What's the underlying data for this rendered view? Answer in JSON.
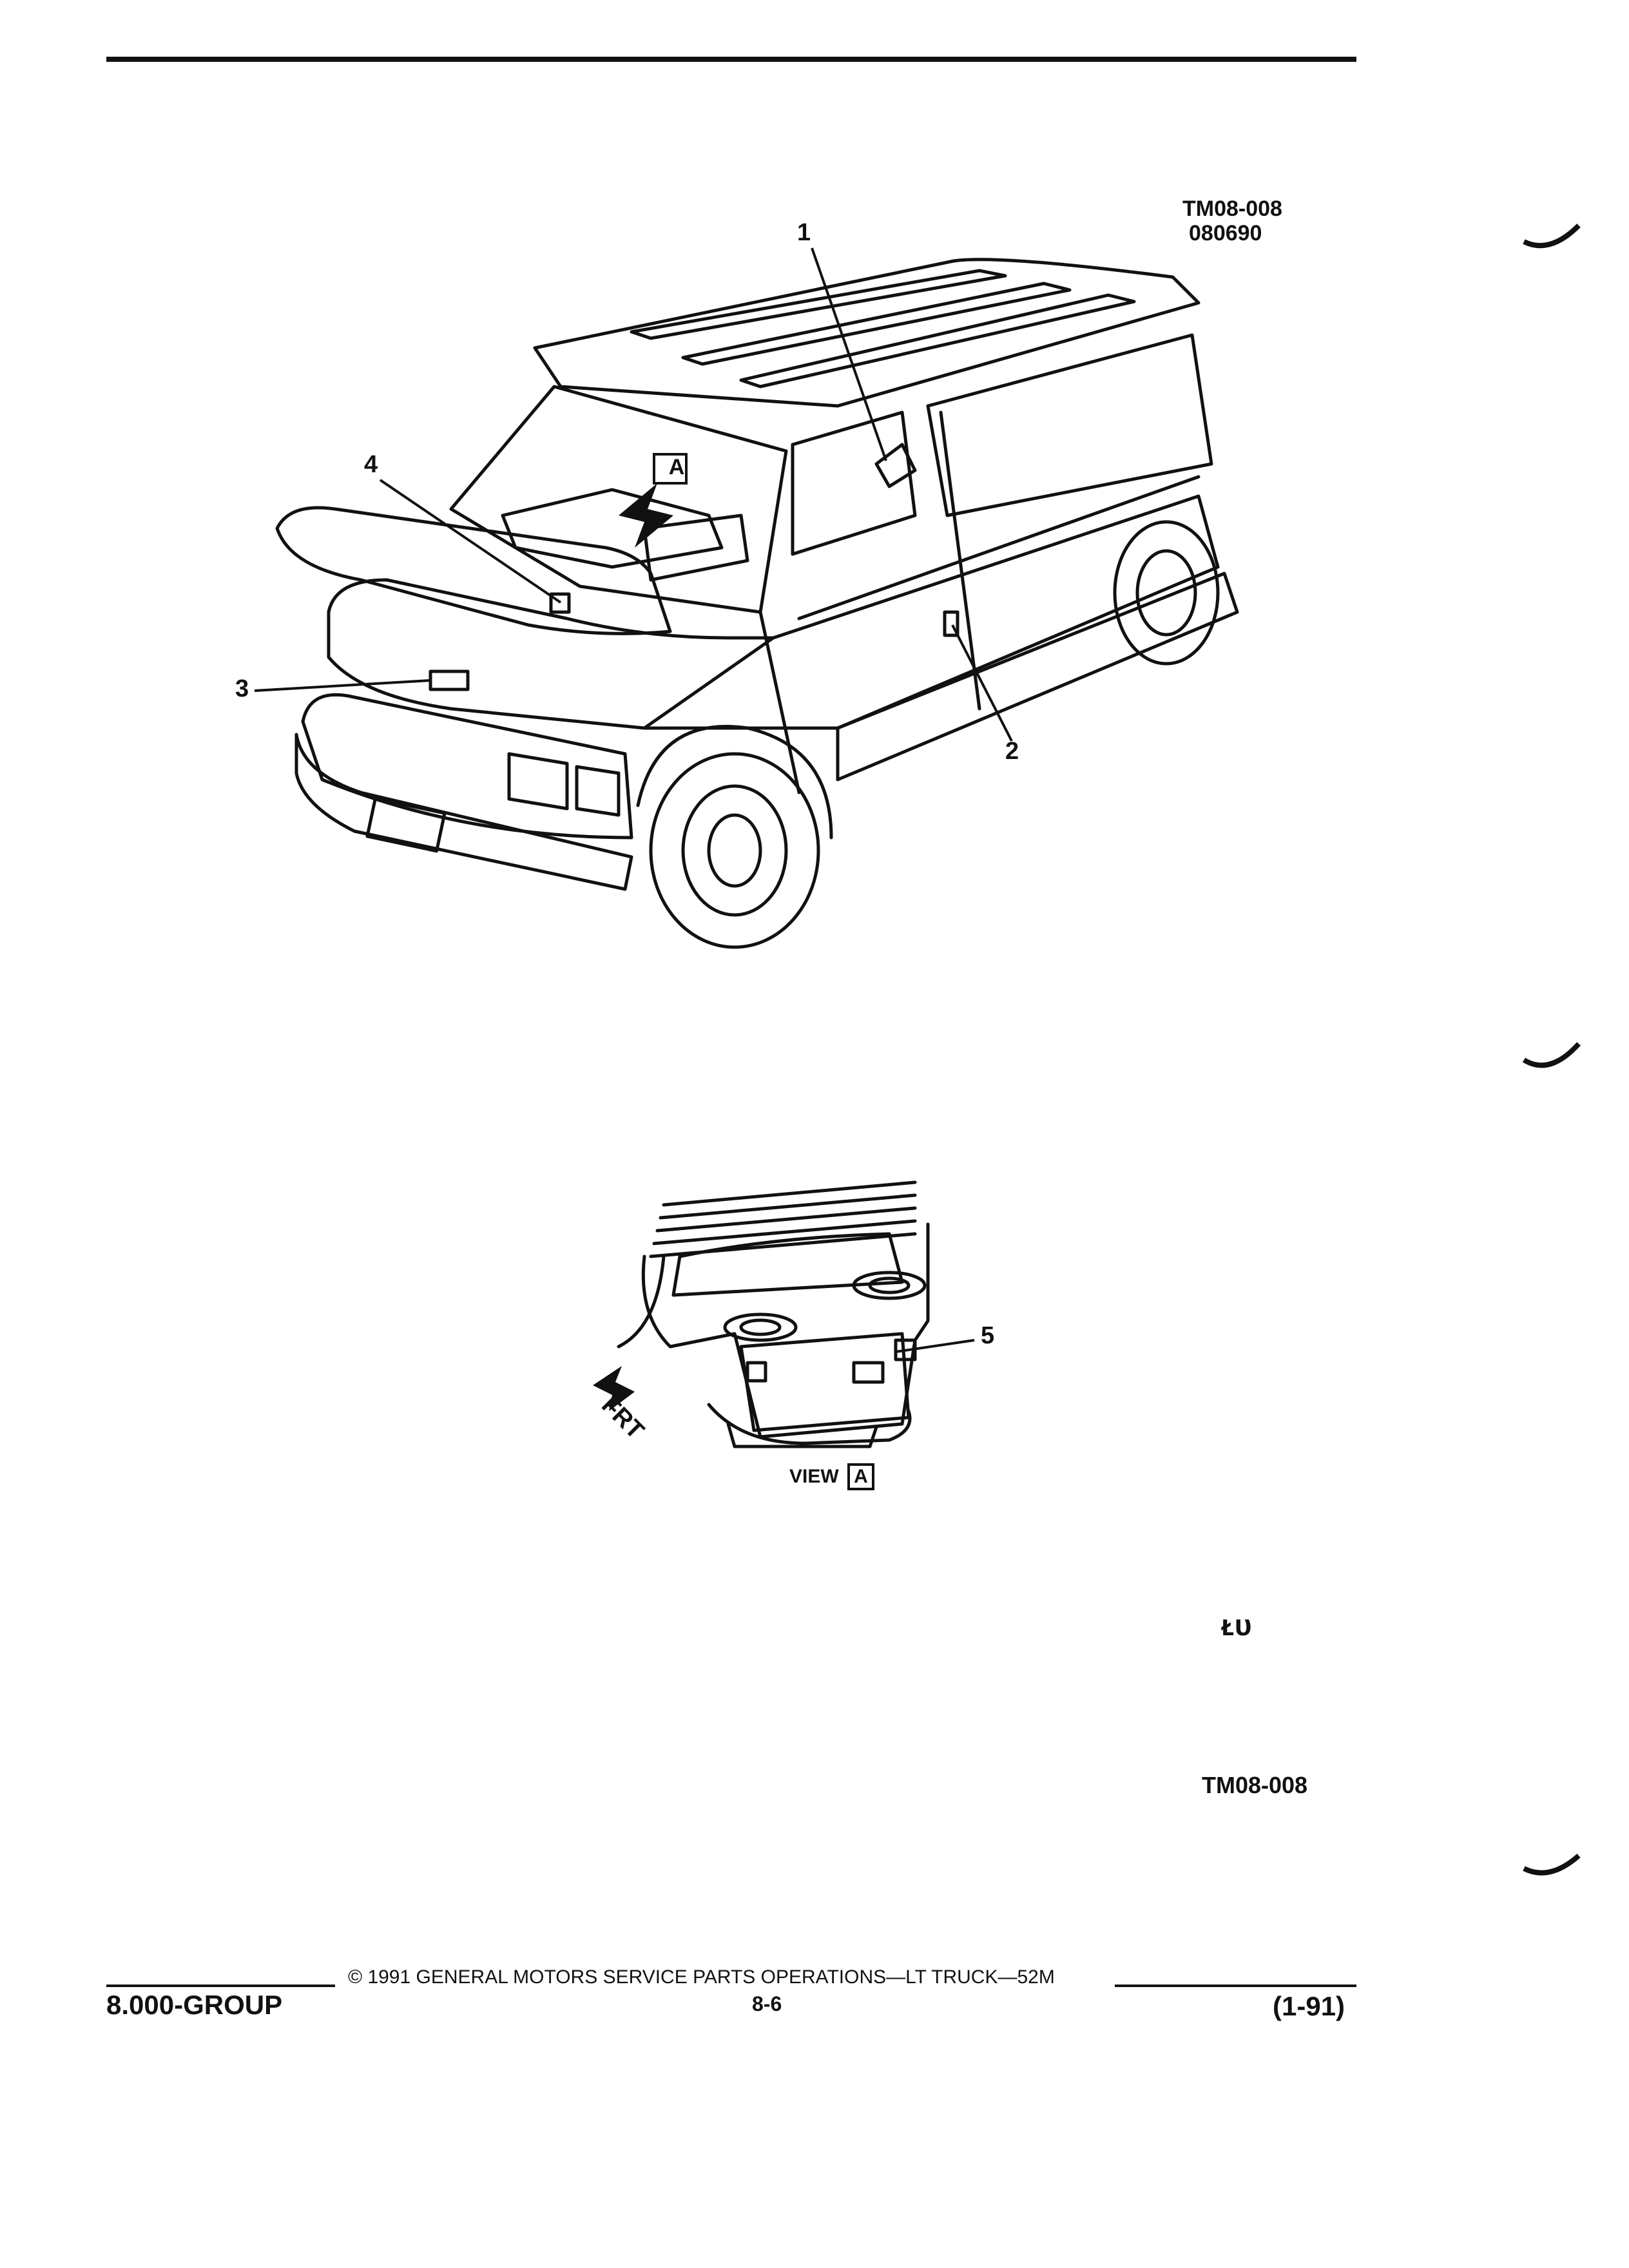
{
  "header": {
    "figure_id": "TM08-008",
    "figure_date": "080690"
  },
  "figure": {
    "callouts": [
      "1",
      "2",
      "3",
      "4",
      "5"
    ],
    "view_marker": "A",
    "detail_caption_word": "VIEW",
    "detail_caption_box": "A",
    "front_arrow_label": "FRT",
    "bottom_mark": "ᴌᴜ",
    "figure_ref": "TM08-008"
  },
  "footer": {
    "group": "8.000-GROUP",
    "copyright": "©  1991  GENERAL MOTORS SERVICE PARTS OPERATIONS—LT TRUCK—52M",
    "page": "8-6",
    "edition": "(1-91)"
  },
  "colors": {
    "ink": "#111111",
    "paper": "#ffffff"
  }
}
